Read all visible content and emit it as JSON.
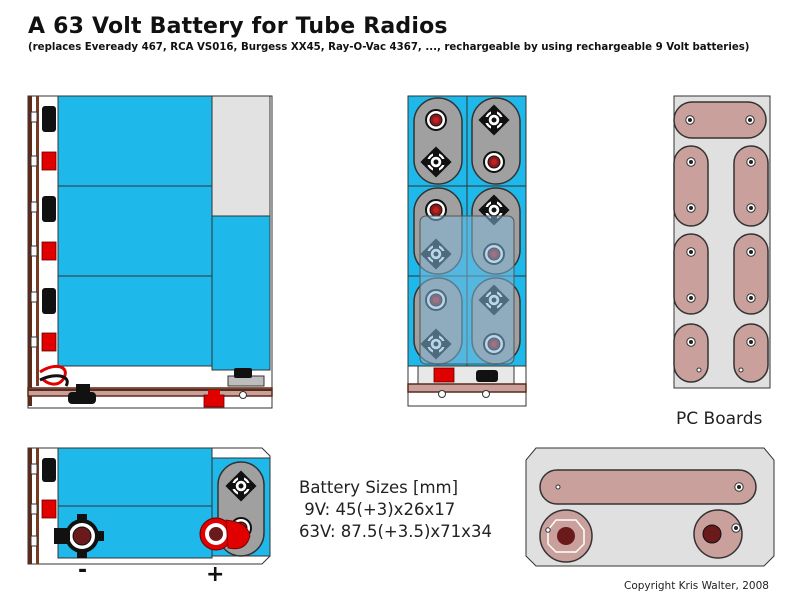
{
  "title": "A 63 Volt Battery for Tube Radios",
  "subtitle": "(replaces Eveready 467, RCA VS016, Burgess XX45, Ray-O-Vac 4367, ...,  rechargeable by using rechargeable 9 Volt batteries)",
  "pc_boards_label": "PC Boards",
  "battery_sizes": {
    "heading": "Battery Sizes [mm]",
    "nine_volt": " 9V: 45(+3)x26x17",
    "sixty_three_volt": "63V: 87.5(+3.5)x71x34"
  },
  "terminal_labels": {
    "minus": "-",
    "plus": "+"
  },
  "copyright": "Copyright Kris Walter, 2008",
  "colors": {
    "battery_blue": "#1eb8ea",
    "board_pink": "#caa09c",
    "terminal_red": "#e00000",
    "frame_brown": "#5a2a1a",
    "case_grey": "#a8a8a8"
  }
}
